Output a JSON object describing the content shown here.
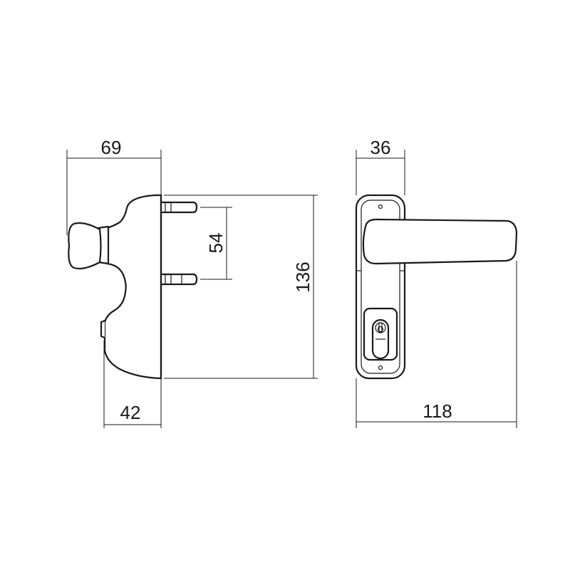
{
  "dimensions": {
    "side_depth": "69",
    "rod_spacing": "54",
    "height": "136",
    "body_depth": "42",
    "plate_width": "36",
    "handle_length": "118"
  },
  "colors": {
    "line": "#1a1a1a",
    "background": "#ffffff"
  }
}
